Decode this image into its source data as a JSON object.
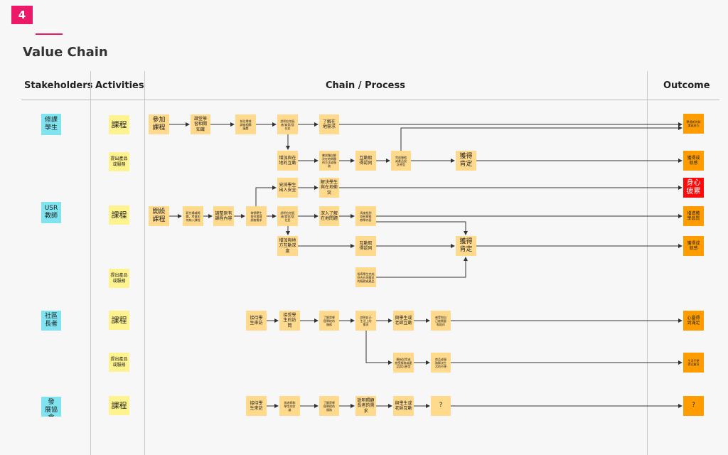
{
  "header": {
    "badge": "4",
    "title": "Value Chain",
    "columns": {
      "stakeholders": "Stakeholders",
      "activities": "Activities",
      "chain": "Chain / Process",
      "outcome": "Outcome"
    }
  },
  "colors": {
    "accent": "#ec1868",
    "stakeholder": "#7fe3f0",
    "activity": "#fff38f",
    "process": "#ffd98c",
    "outcome": "#ff9d00",
    "alert": "#ff0a0a"
  },
  "stakeholders": {
    "s1": "修課\n學生",
    "s2": "USR\n教師",
    "s3": "社區\n長者",
    "s4": "社區發\n展協會"
  },
  "activities": {
    "a1": "課程",
    "a2": "提出產品\n或服務",
    "a3": "課程",
    "a4": "提出產品\n或服務",
    "a5": "課程",
    "a6": "提出產品\n或服務",
    "a7": "課程"
  },
  "process": {
    "p1": "參加\n課程",
    "p2": "課堂學\n習相關\n知識",
    "p3": "前往場域\n調查相關\n議題",
    "p4": "說明在地長\n者/商家/居\n住民",
    "p5": "了解在\n地需求",
    "p6": "增加與在\n地的互動",
    "p7": "嘗試獨自解\n決在地問題\n的方法或服\n務",
    "p8": "互動取\n得認同",
    "p9": "完成服務\n或產品設\n計原型",
    "p10": "獲得\n肯定",
    "p11": "開設\n課程",
    "p12": "研究場域問\n題，考量如\n何納入課程",
    "p13": "調整原有\n課程內容",
    "p14": "帶領學生\n前往場域\n調查需求",
    "p15": "安排學生\n出入安全",
    "p16": "解決學生\n與在地衝\n突",
    "p17": "說明在地長\n者/商家/居\n住民",
    "p18": "深入了解\n在地問題",
    "p19": "再度找到\n既有實務\n教學內容",
    "p20": "增加與地\n方互動深\n度",
    "p21": "互動取\n得認同",
    "p22": "獲得\n肯定",
    "p23": "指導學生完成\n符合在地需求\n的服務或產品",
    "p24": "接待學\n生來訪",
    "p25": "接受學\n生的訪\n問",
    "p26": "了解是哪\n個學校的\n服務",
    "p27": "說明自己\n生活上的\n需求",
    "p28": "與學生或\n老師互動",
    "p29": "感受到自\n己被需要\n和陪伴",
    "p30": "開始試用或\n感受服務或產\n品設計原型",
    "p31": "商品或服\n務解決生\n活的不便",
    "p32": "接待學\n生來訪",
    "p33": "與老師和\n學生的討\n論",
    "p34": "了解是哪\n個學校的\n服務",
    "p35": "說明照顧\n長者的需\n求",
    "p36": "與學生或\n老師互動",
    "p37": "?"
  },
  "outcomes": {
    "o1": "學習新的知\n識或技巧",
    "o2": "獲得成\n就感",
    "o3": "身心\n疲累",
    "o4": "增進教\n學品質",
    "o5": "獲得成\n就感",
    "o6": "心靈得\n到滿足",
    "o7": "生活不便\n得以解決",
    "o8": "?"
  }
}
